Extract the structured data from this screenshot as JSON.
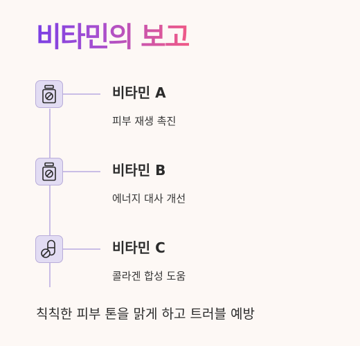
{
  "title": "비타민의 보고",
  "items": [
    {
      "name": "비타민 A",
      "desc": "피부 재생 촉진",
      "icon": "pill-bottle-icon"
    },
    {
      "name": "비타민 B",
      "desc": "에너지 대사 개선",
      "icon": "pill-bottle-icon"
    },
    {
      "name": "비타민 C",
      "desc": "콜라겐 합성 도움",
      "icon": "capsule-icon"
    }
  ],
  "footer": "칙칙한 피부 톤을 맑게 하고 트러블 예방",
  "colors": {
    "title_gradient_start": "#7b3fe4",
    "title_gradient_end": "#f05a86",
    "icon_bg": "#e2dcf3",
    "line": "#c9bde6",
    "background": "#fdf8f5"
  }
}
